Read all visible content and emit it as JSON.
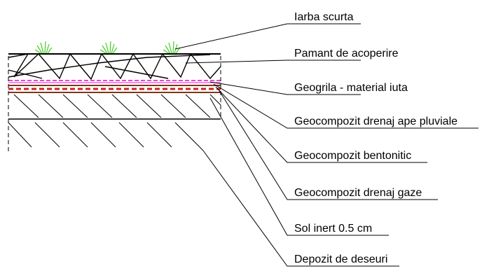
{
  "labels": [
    {
      "id": "grass",
      "text": "Iarba scurta"
    },
    {
      "id": "cover-soil",
      "text": "Pamant de acoperire"
    },
    {
      "id": "geogrid",
      "text": "Geogrila - material iuta"
    },
    {
      "id": "drainage-rain",
      "text": "Geocompozit drenaj ape pluviale"
    },
    {
      "id": "bentonite",
      "text": "Geocompozit bentonitic"
    },
    {
      "id": "gas-drainage",
      "text": "Geocompozit drenaj gaze"
    },
    {
      "id": "inert-soil",
      "text": "Sol inert 0.5 cm"
    },
    {
      "id": "waste",
      "text": "Depozit de deseuri"
    }
  ],
  "colors": {
    "grass": "#44cc22",
    "geogrid": "#ee44dd",
    "drainage": "#cc2222",
    "brown": "#7a3a1a",
    "line": "#000000"
  },
  "icons": {
    "grass": "grass-tuft-icon"
  }
}
